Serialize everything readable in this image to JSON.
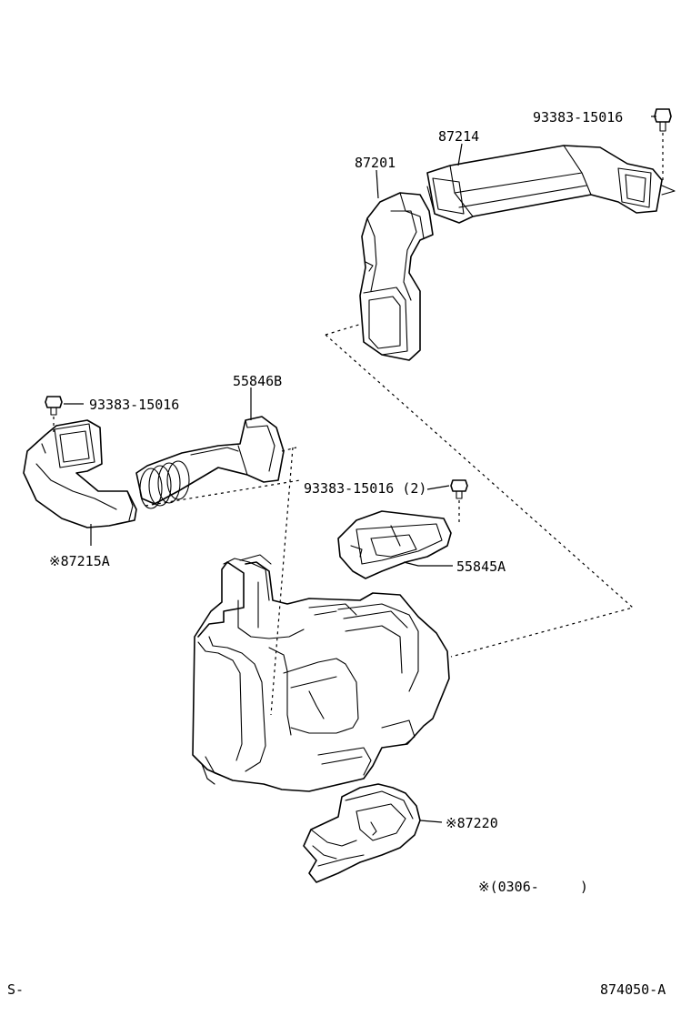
{
  "labels": {
    "bolt_top_right": "93383-15016",
    "duct_87214": "87214",
    "duct_87201": "87201",
    "duct_55846b": "55846B",
    "bolt_left": "93383-15016",
    "bolt_center": "93383-15016 (2)",
    "duct_87215a": "※87215A",
    "duct_55845a": "55845A",
    "duct_87220": "※87220",
    "note": "※(0306-     )"
  },
  "footer": {
    "left_code": "S-",
    "diagram_number": "874050-A"
  }
}
